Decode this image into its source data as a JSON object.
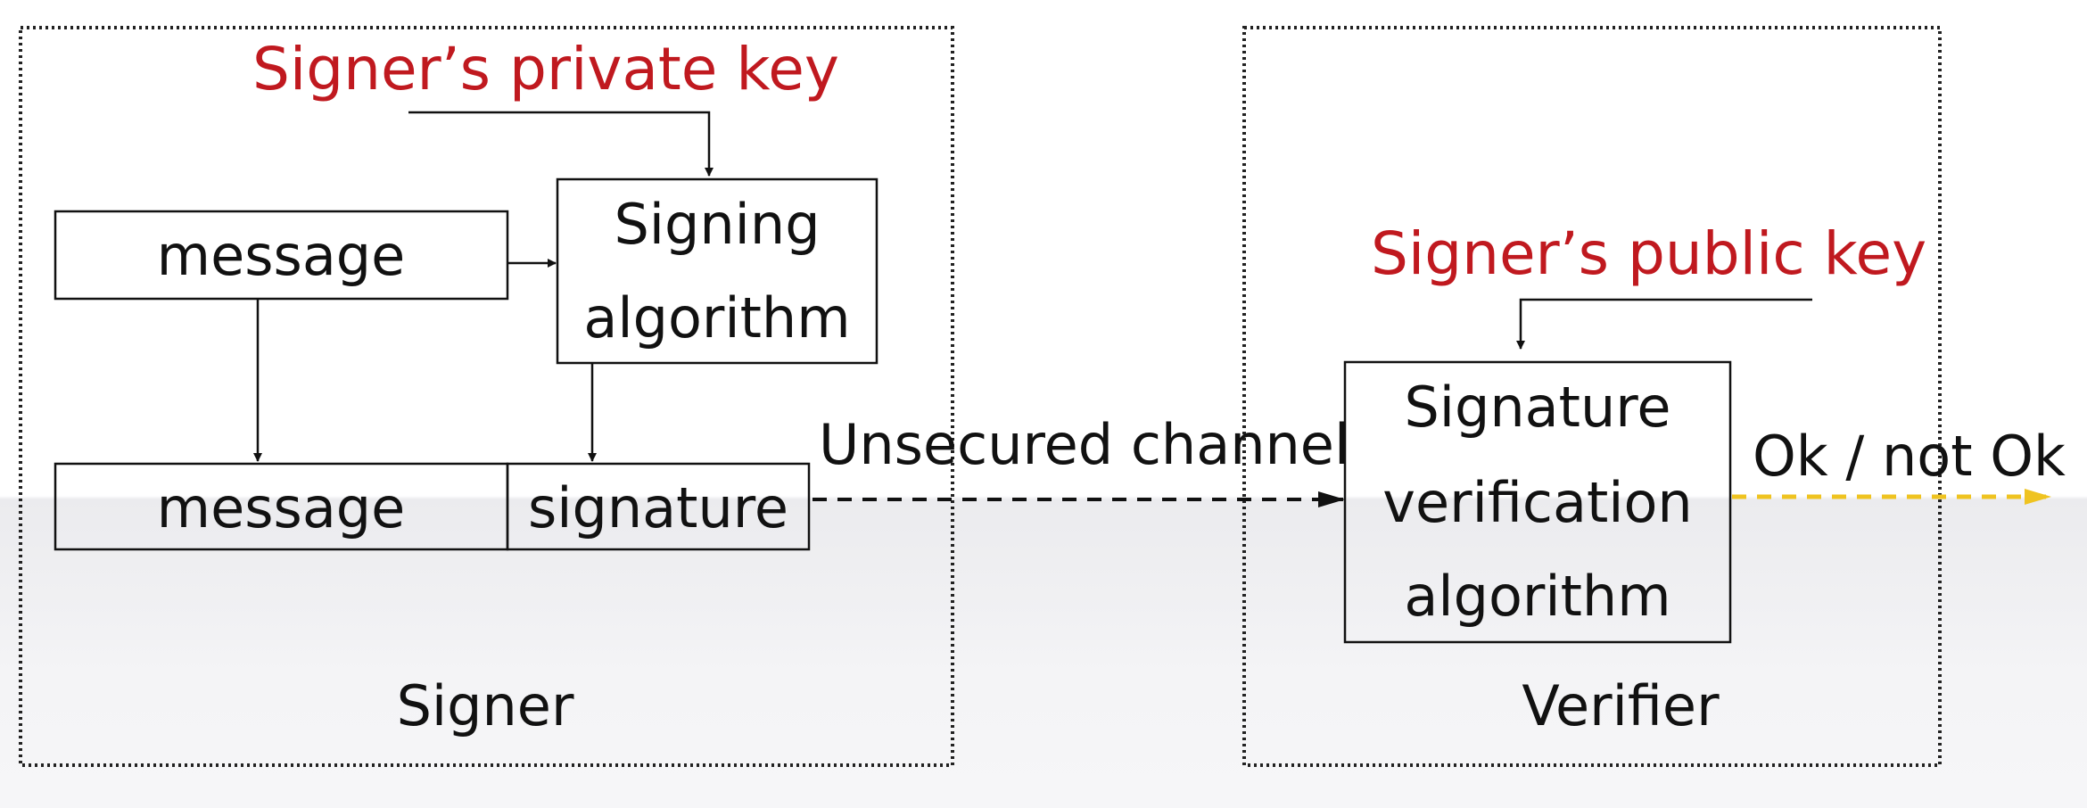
{
  "colors": {
    "key_label": "#c0191f",
    "result_arrow": "#efc320",
    "stroke": "#111111"
  },
  "signer": {
    "group_label": "Signer",
    "private_key_label": "Signer’s private key",
    "message_label": "message",
    "signing_algorithm": {
      "line1": "Signing",
      "line2": "algorithm"
    },
    "output_message_label": "message",
    "output_signature_label": "signature"
  },
  "channel": {
    "label": "Unsecured channel"
  },
  "verifier": {
    "group_label": "Verifier",
    "public_key_label": "Signer’s public key",
    "verification_algorithm": {
      "line1": "Signature",
      "line2": "verification",
      "line3": "algorithm"
    },
    "result_label": "Ok / not Ok"
  }
}
